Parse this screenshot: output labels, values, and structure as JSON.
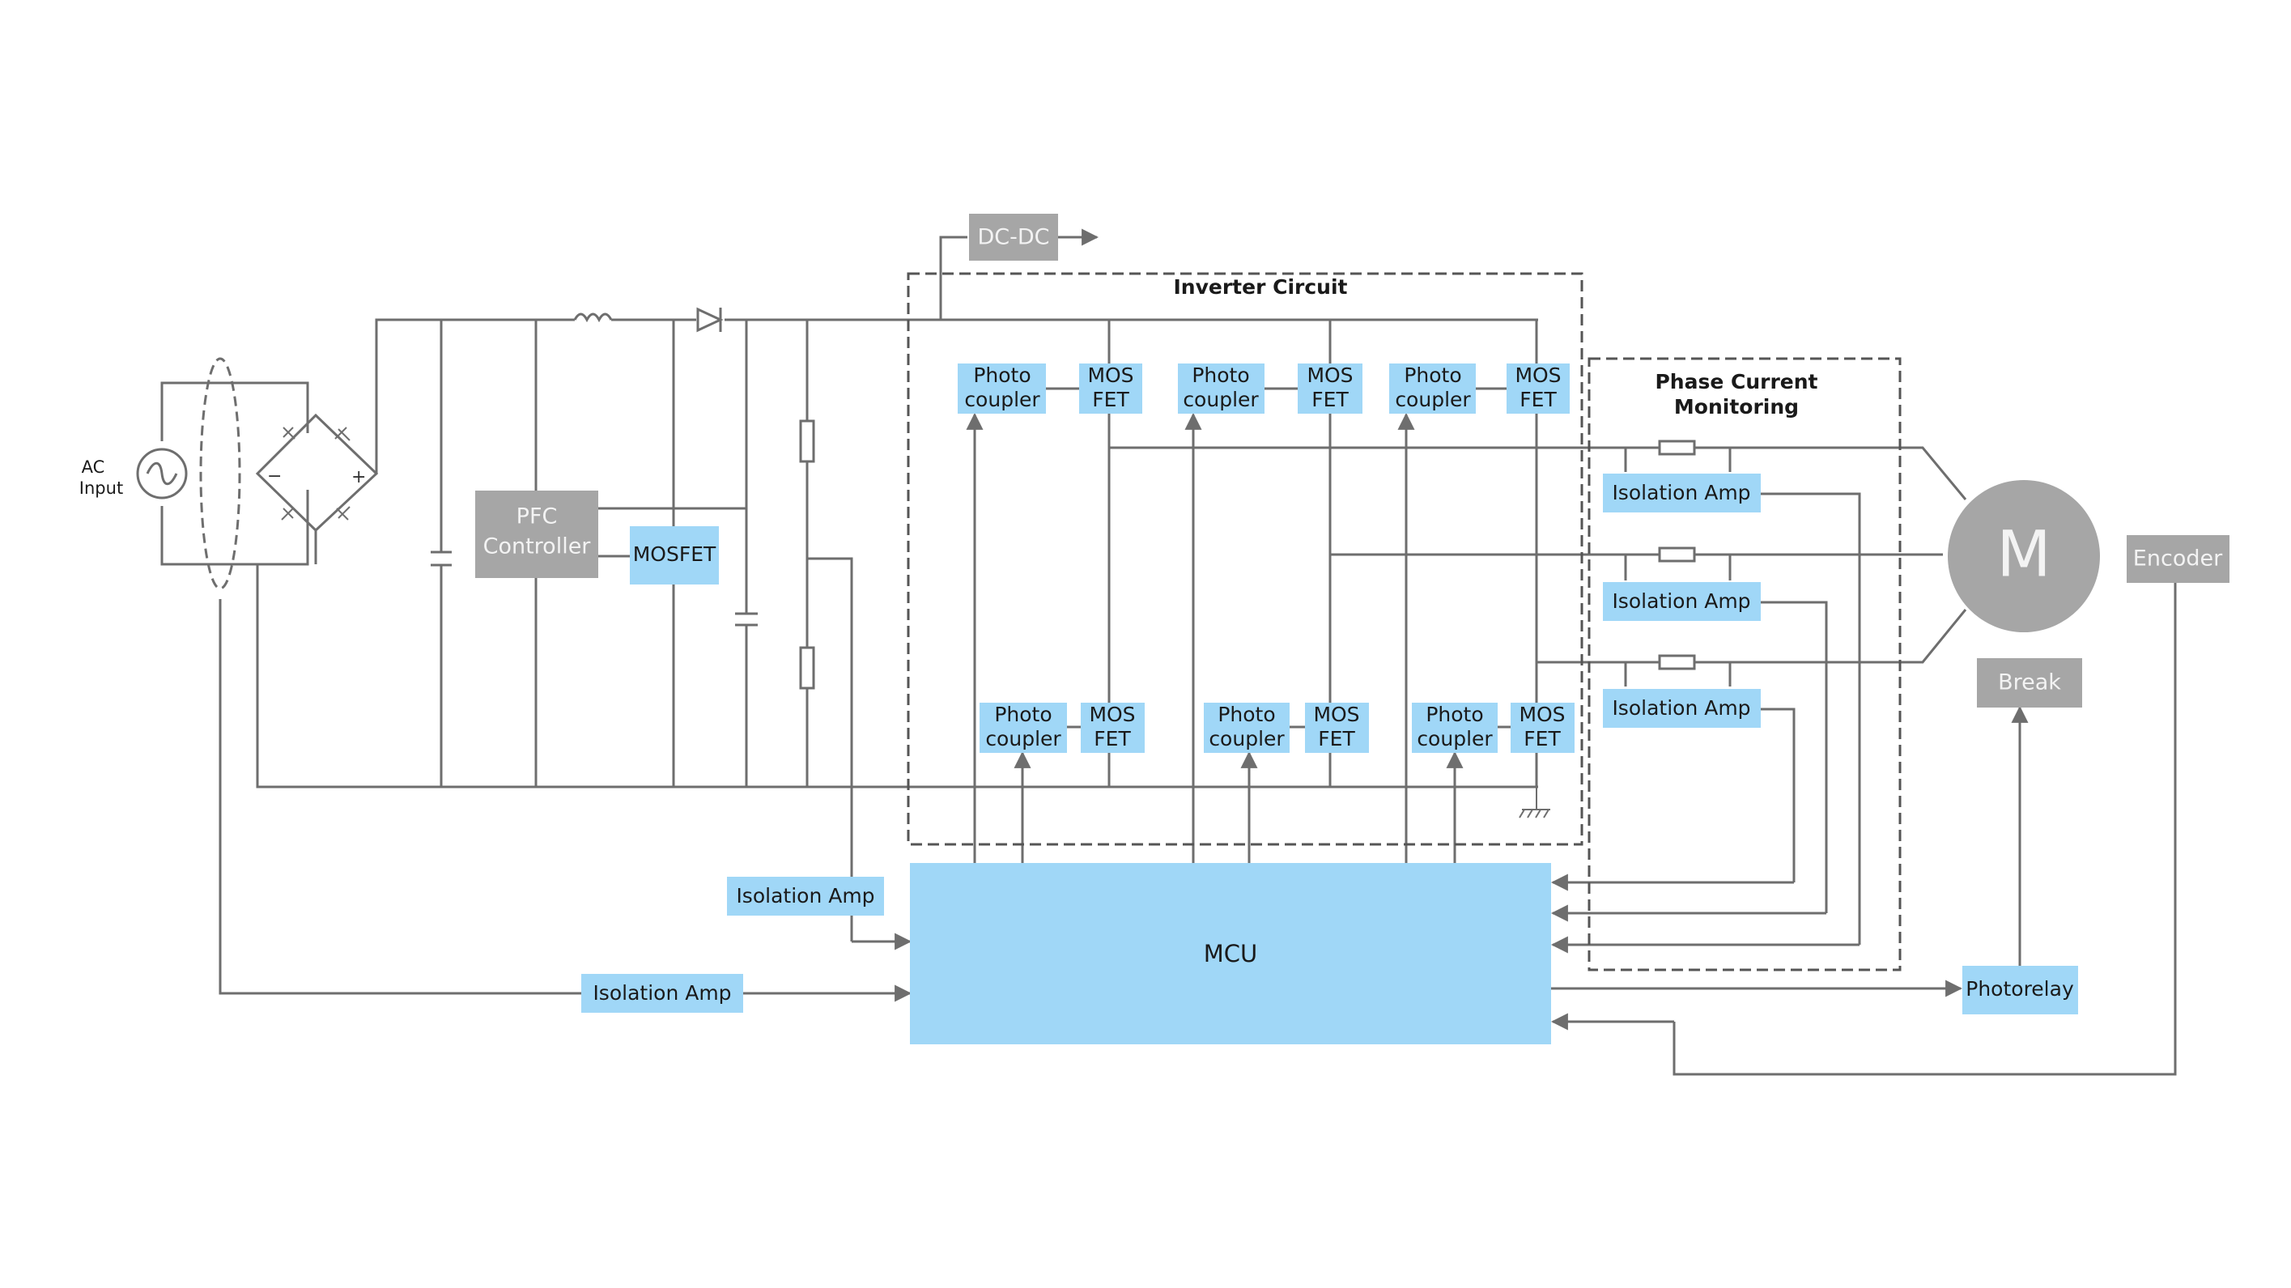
{
  "colors": {
    "blue_block": "#a0d7f7",
    "gray_block": "#a6a6a6",
    "line": "#6e6e6e",
    "text_dark": "#1a1a1a",
    "text_gray_block": "#f3f3f3"
  },
  "labels": {
    "ac_input_line1": "AC",
    "ac_input_line2": "Input",
    "dcdc": "DC-DC",
    "pfc_line1": "PFC",
    "pfc_line2": "Controller",
    "mosfet": "MOSFET",
    "inverter_title": "Inverter Circuit",
    "phase_title_line1": "Phase Current",
    "phase_title_line2": "Monitoring",
    "photo_line1": "Photo",
    "photo_line2": "coupler",
    "mos_line1": "MOS",
    "mos_line2": "FET",
    "isolation_amp": "Isolation Amp",
    "mcu": "MCU",
    "motor": "M",
    "encoder": "Encoder",
    "brake": "Break",
    "photorelay": "Photorelay"
  }
}
